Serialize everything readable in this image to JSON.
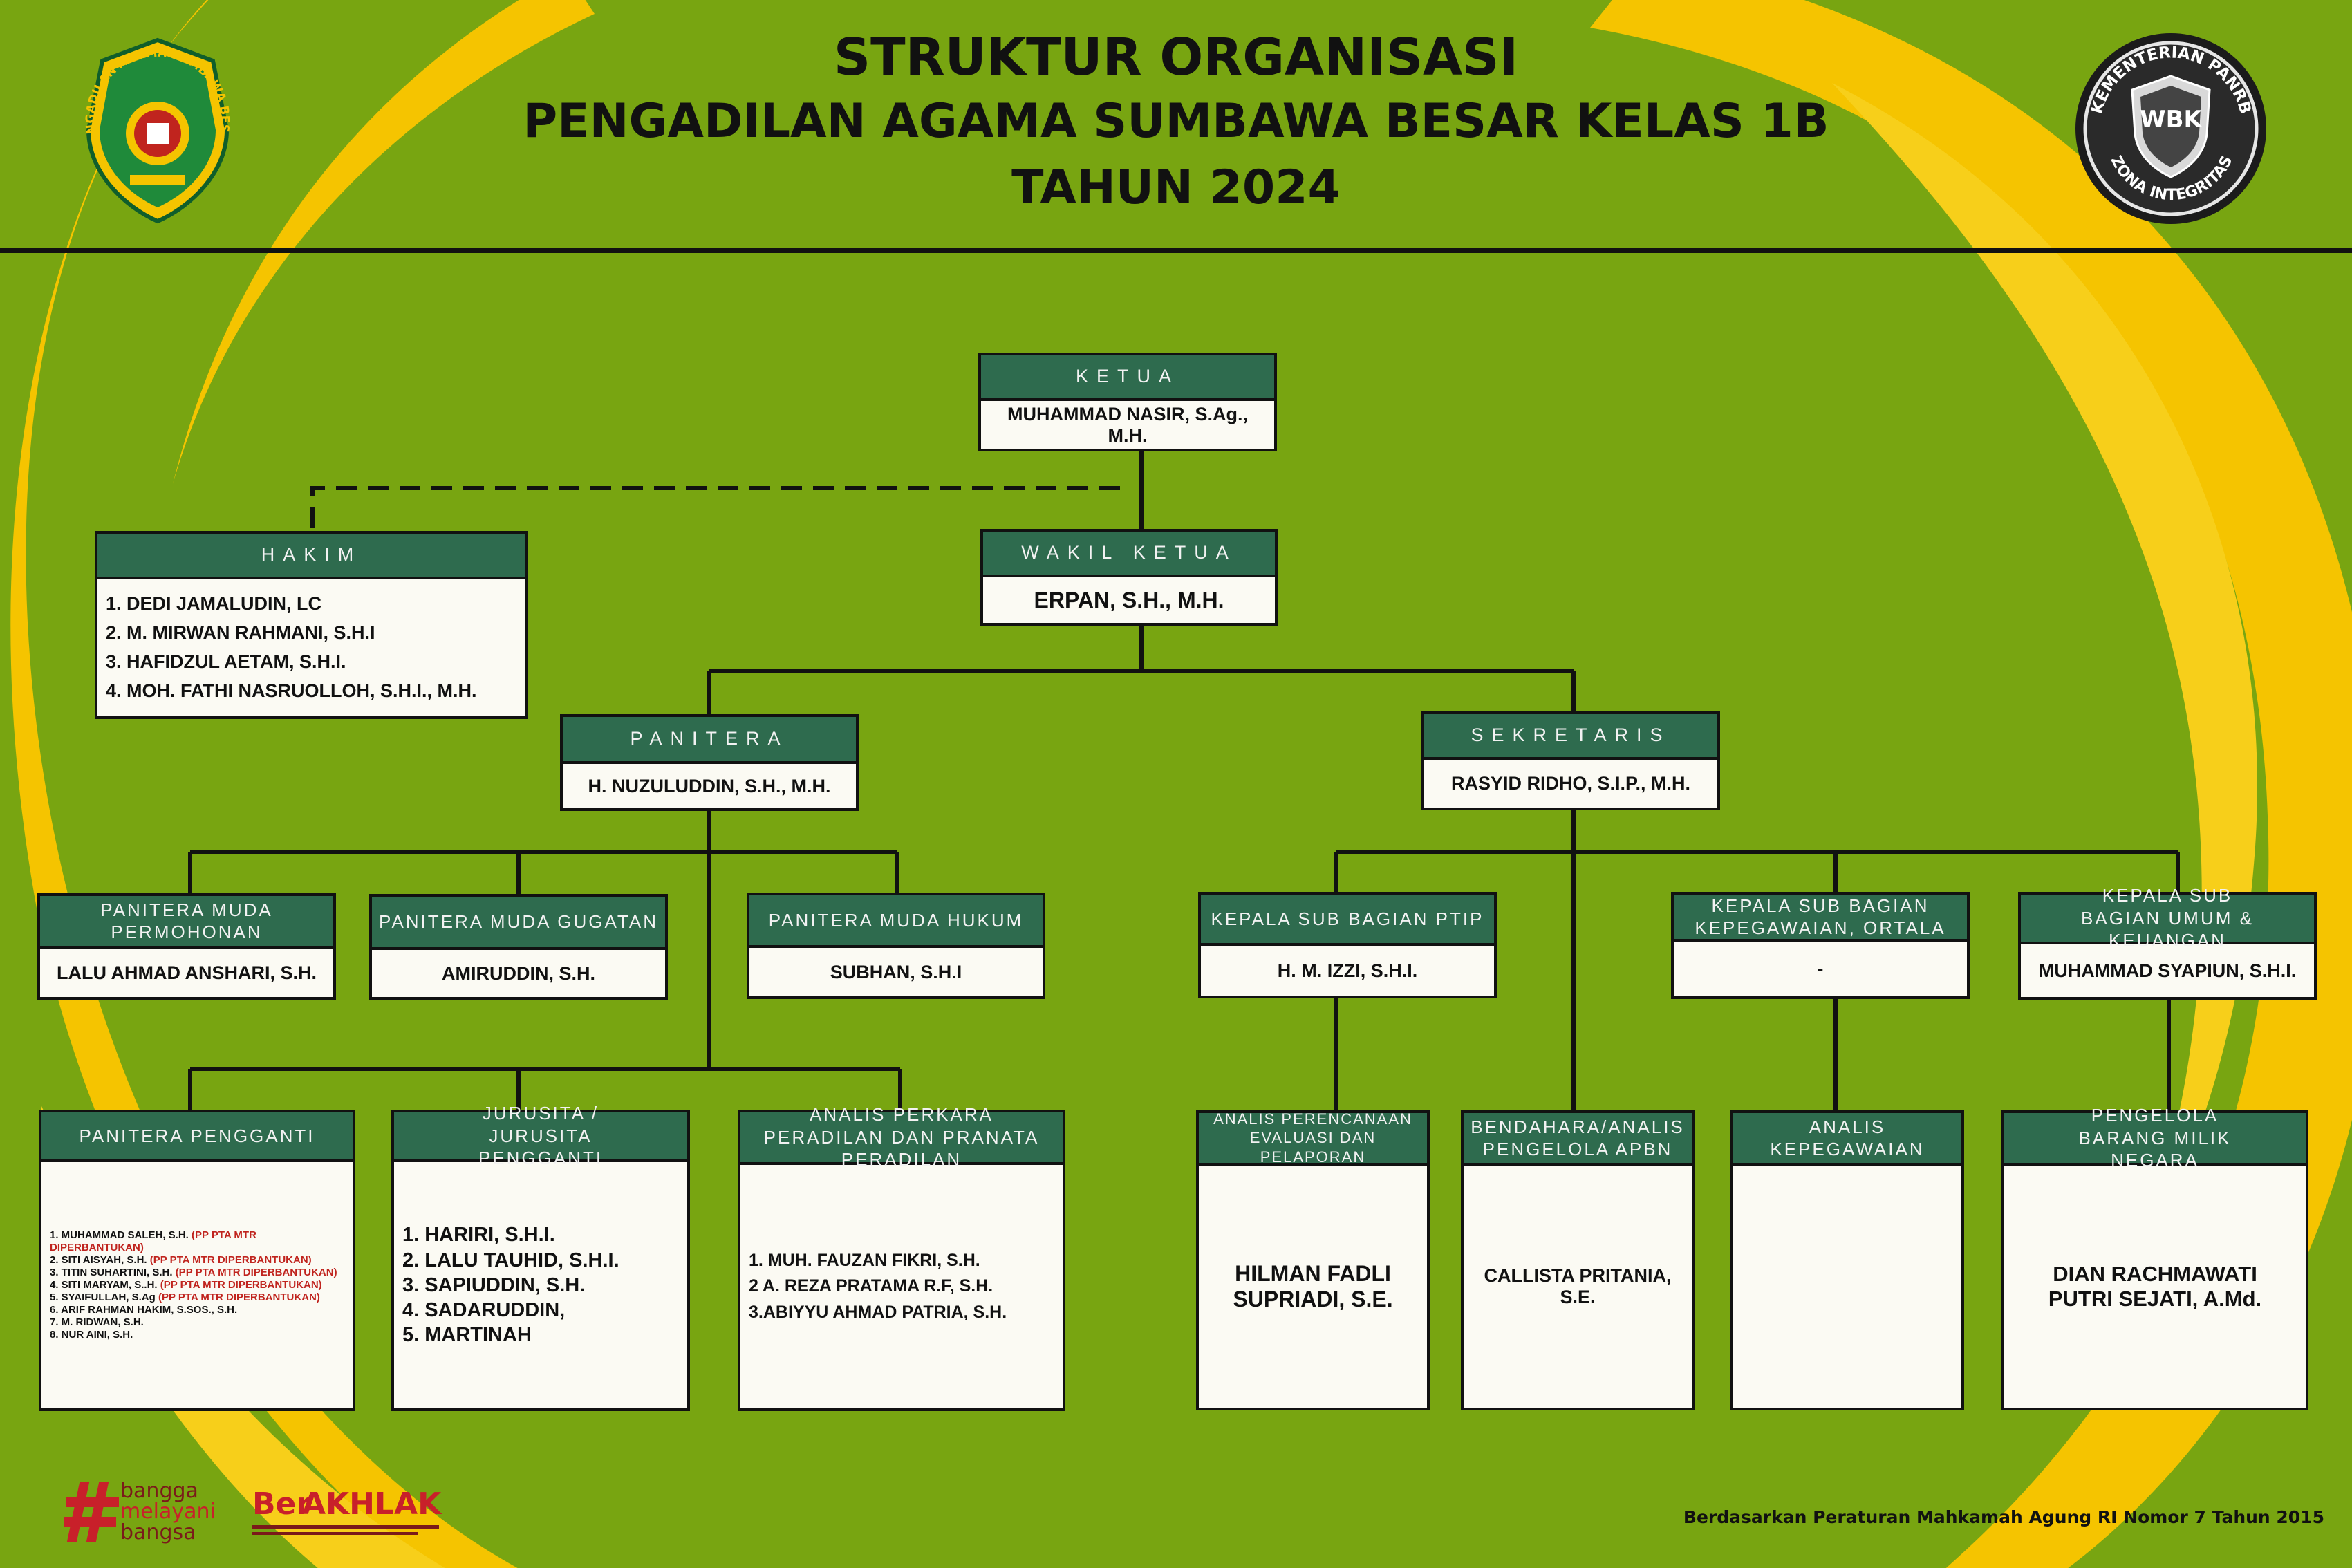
{
  "header": {
    "title_line1": "STRUKTUR ORGANISASI",
    "title_line2": "PENGADILAN AGAMA SUMBAWA BESAR KELAS 1B",
    "title_line3": "TAHUN 2024"
  },
  "logos": {
    "left_seal_text": "PENGADILAN AGAMA SUMBAWA BESAR",
    "right_badge_top": "KEMENTERIAN PANRB",
    "right_badge_center": "WBK",
    "right_badge_bottom": "ZONA INTEGRITAS",
    "bangga": [
      "bangga",
      "melayani",
      "bangsa"
    ],
    "berakhlak_prefix": "Ber",
    "berakhlak_main": "AKHLAK"
  },
  "colors": {
    "background": "#78a511",
    "swirl": "#f5c400",
    "header_fill": "#2e6b4e",
    "body_fill": "#fbfaf3",
    "line": "#111111",
    "note_red": "#c0241e"
  },
  "ketua": {
    "title": "KETUA",
    "name": "MUHAMMAD NASIR, S.Ag., M.H."
  },
  "wakil": {
    "title": "WAKIL KETUA",
    "name": "ERPAN, S.H., M.H."
  },
  "hakim": {
    "title": "HAKIM",
    "members": [
      "1. DEDI JAMALUDIN, LC",
      "2. M. MIRWAN RAHMANI, S.H.I",
      "3. HAFIDZUL AETAM, S.H.I.",
      "4. MOH. FATHI NASRUOLLOH, S.H.I., M.H."
    ]
  },
  "panitera": {
    "title": "PANITERA",
    "name": "H. NUZULUDDIN, S.H., M.H."
  },
  "sekretaris": {
    "title": "SEKRETARIS",
    "name": "RASYID RIDHO, S.I.P., M.H."
  },
  "pm_permohonan": {
    "title": "PANITERA MUDA PERMOHONAN",
    "name": "LALU AHMAD ANSHARI, S.H."
  },
  "pm_gugatan": {
    "title": "PANITERA MUDA GUGATAN",
    "name": "AMIRUDDIN, S.H."
  },
  "pm_hukum": {
    "title": "PANITERA MUDA HUKUM",
    "name": "SUBHAN, S.H.I"
  },
  "ksb_ptip": {
    "title": "KEPALA SUB BAGIAN PTIP",
    "name": "H. M. IZZI, S.H.I."
  },
  "ksb_kepegawaian": {
    "title": "KEPALA SUB BAGIAN KEPEGAWAIAN, ORTALA",
    "name": "-"
  },
  "ksb_umum": {
    "title": "KEPALA SUB BAGIAN UMUM & KEUANGAN",
    "name": "MUHAMMAD SYAPIUN, S.H.I."
  },
  "panitera_pengganti": {
    "title": "PANITERA PENGGANTI",
    "members": [
      {
        "name": "1. MUHAMMAD SALEH, S.H.",
        "note": "(PP PTA MTR DIPERBANTUKAN)"
      },
      {
        "name": "2. SITI AISYAH, S.H.",
        "note": "(PP PTA MTR DIPERBANTUKAN)"
      },
      {
        "name": "3. TITIN SUHARTINI, S.H.",
        "note": "(PP PTA MTR DIPERBANTUKAN)"
      },
      {
        "name": "4. SITI MARYAM, S..H.",
        "note": "(PP PTA MTR DIPERBANTUKAN)"
      },
      {
        "name": "5. SYAIFULLAH, S.Ag",
        "note": "(PP PTA MTR DIPERBANTUKAN)"
      },
      {
        "name": "6. ARIF RAHMAN HAKIM, S.SOS., S.H.",
        "note": ""
      },
      {
        "name": "7. M. RIDWAN, S.H.",
        "note": ""
      },
      {
        "name": "8. NUR AINI, S.H.",
        "note": ""
      }
    ]
  },
  "jurusita": {
    "title": "JURUSITA / JURUSITA PENGGANTI",
    "members": [
      "1. HARIRI, S.H.I.",
      "2. LALU TAUHID, S.H.I.",
      "3. SAPIUDDIN, S.H.",
      "4. SADARUDDIN,",
      "5. MARTINAH"
    ]
  },
  "analis_perkara": {
    "title": "ANALIS PERKARA PERADILAN DAN PRANATA PERADILAN",
    "members": [
      "1. MUH. FAUZAN FIKRI, S.H.",
      "2 A. REZA PRATAMA R.F, S.H.",
      "3.ABIYYU AHMAD PATRIA, S.H."
    ]
  },
  "analis_perencanaan": {
    "title": "ANALIS PERENCANAAN EVALUASI DAN PELAPORAN",
    "name": "HILMAN FADLI SUPRIADI, S.E."
  },
  "bendahara": {
    "title": "BENDAHARA/ANALIS PENGELOLA APBN",
    "name": "CALLISTA PRITANIA, S.E."
  },
  "analis_kepegawaian": {
    "title": "ANALIS KEPEGAWAIAN",
    "name": ""
  },
  "pengelola_barang": {
    "title": "PENGELOLA BARANG MILIK NEGARA",
    "name": "DIAN RACHMAWATI PUTRI SEJATI, A.Md."
  },
  "footer": "Berdasarkan Peraturan Mahkamah Agung RI Nomor 7 Tahun 2015"
}
